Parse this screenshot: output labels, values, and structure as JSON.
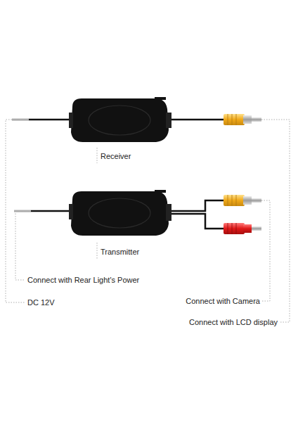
{
  "diagram": {
    "labels": [
      "Receiver",
      "Transmitter",
      "Connect with Rear Light's Power",
      "DC 12V",
      "Connect with Camera",
      "Connect with LCD display"
    ]
  }
}
